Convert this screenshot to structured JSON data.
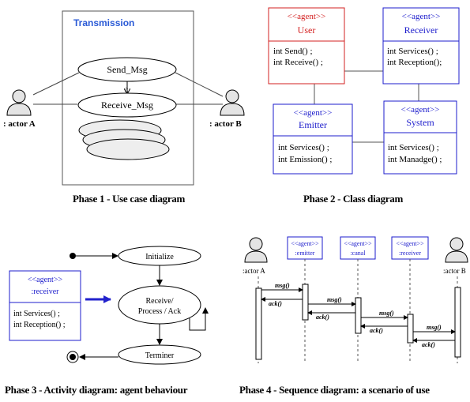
{
  "colors": {
    "blue": "#1c1ccc",
    "red": "#d32020",
    "black": "#000000",
    "frame": "#555555",
    "line": "#444444",
    "ellipse_fill": "#eeeeee",
    "actor_fill": "#e4e4e4",
    "arrow_blue": "#2222cc"
  },
  "phase1": {
    "system_title": "Transmission",
    "usecase_send": "Send_Msg",
    "usecase_receive": "Receive_Msg",
    "actor_a": ": actor A",
    "actor_b": ": actor B",
    "caption": "Phase 1 - Use case diagram",
    "stray_mark": "/;"
  },
  "phase2": {
    "user": {
      "stereotype": "<<agent>>",
      "name": "User",
      "ops": [
        "int Send() ;",
        "int Receive() ;"
      ]
    },
    "receiver": {
      "stereotype": "<<agent>>",
      "name": "Receiver",
      "ops": [
        "int Services() ;",
        "int Reception();"
      ]
    },
    "emitter": {
      "stereotype": "<<agent>>",
      "name": "Emitter",
      "ops": [
        "int Services() ;",
        "int Emission() ;"
      ]
    },
    "system": {
      "stereotype": "<<agent>>",
      "name": "System",
      "ops": [
        "int Services() ;",
        "int Manadge() ;"
      ]
    },
    "caption": "Phase 2 - Class diagram"
  },
  "phase3": {
    "agent": {
      "stereotype": "<<agent>>",
      "name": ":receiver",
      "ops": [
        "int Services() ;",
        "int Reception() ;"
      ]
    },
    "state_initialize": "Initialize",
    "state_receive_line1": "Receive/",
    "state_receive_line2": "Process / Ack",
    "state_terminer": "Terminer",
    "caption": "Phase 3 - Activity diagram: agent behaviour"
  },
  "phase4": {
    "actor_a": ":actor A",
    "actor_b": ":actor B",
    "lifelines": [
      {
        "stereotype": "<<agent>>",
        "name": ":emitter"
      },
      {
        "stereotype": "<<agent>>",
        "name": ":canal"
      },
      {
        "stereotype": "<<agent>>",
        "name": ":receiver"
      }
    ],
    "msg_label": "msg()",
    "ack_label": "ack()",
    "caption": "Phase 4 - Sequence diagram: a scenario of use"
  }
}
